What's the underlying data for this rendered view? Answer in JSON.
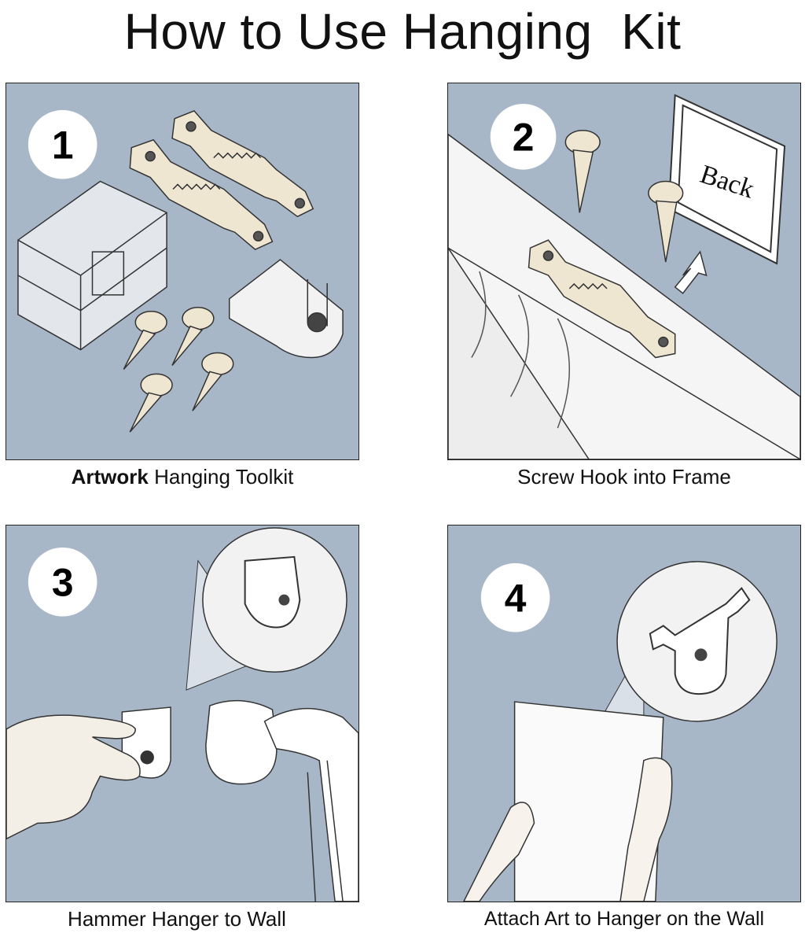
{
  "title": "How to Use Hanging  Kit",
  "steps": [
    {
      "number": "1",
      "caption_bold": "Artwork",
      "caption": " Hanging Toolkit"
    },
    {
      "number": "2",
      "caption": "Screw Hook into Frame",
      "frame_label": "Back"
    },
    {
      "number": "3",
      "caption": "Hammer Hanger to Wall"
    },
    {
      "number": "4",
      "caption": "Attach Art to Hanger on the Wall"
    }
  ],
  "colors": {
    "wall": "#a8b7c8",
    "metal": "#efe6d2",
    "skin": "#f4efe6",
    "ink": "#222222"
  },
  "icons": [
    "sawtooth-hanger-icon",
    "screw-icon",
    "nail-hanger-icon",
    "hammer-icon",
    "hand-icon",
    "box-icon",
    "frame-icon",
    "arrow-icon"
  ]
}
